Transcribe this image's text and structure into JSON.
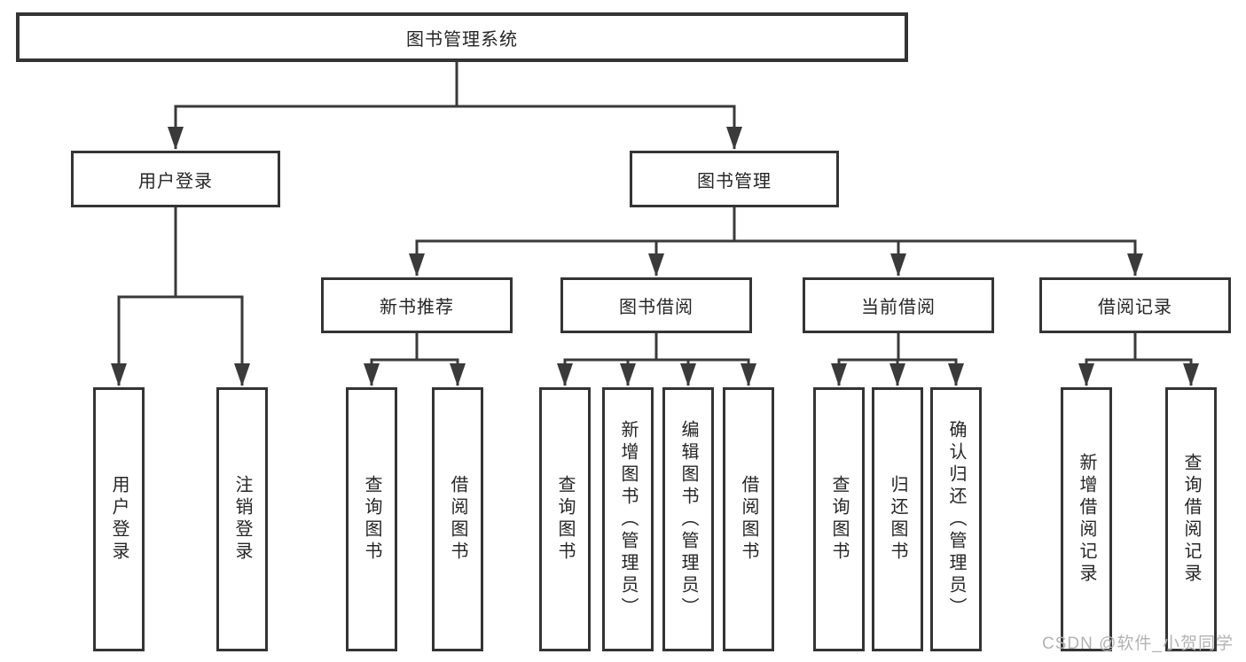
{
  "diagram": {
    "root": {
      "label": "图书管理系统"
    },
    "level2": [
      {
        "label": "用户登录"
      },
      {
        "label": "图书管理"
      }
    ],
    "level3": [
      {
        "label": "新书推荐"
      },
      {
        "label": "图书借阅"
      },
      {
        "label": "当前借阅"
      },
      {
        "label": "借阅记录"
      }
    ],
    "groups": [
      {
        "parent": "用户登录",
        "children": [
          "用户登录",
          "注销登录"
        ]
      },
      {
        "parent": "新书推荐",
        "children": [
          "查询图书",
          "借阅图书"
        ]
      },
      {
        "parent": "图书借阅",
        "children": [
          "查询图书",
          "新增图书（管理员）",
          "编辑图书（管理员）",
          "借阅图书"
        ]
      },
      {
        "parent": "当前借阅",
        "children": [
          "查询图书",
          "归还图书",
          "确认归还（管理员）"
        ]
      },
      {
        "parent": "借阅记录",
        "children": [
          "新增借阅记录",
          "查询借阅记录"
        ]
      }
    ]
  },
  "watermark": "CSDN @软件_小贺同学",
  "colors": {
    "line": "#3a3a3a",
    "box_border": "#343434",
    "text": "#262626",
    "watermark": "#b3b3b3",
    "background": "#ffffff"
  }
}
